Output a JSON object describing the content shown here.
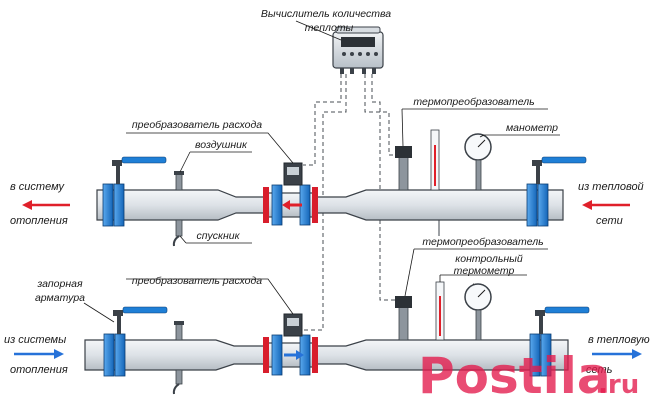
{
  "labels": {
    "heat_calculator": [
      "Вычислитель количества",
      "теплоты"
    ],
    "flow_converter_top": "преобразователь расхода",
    "flow_converter_bottom": "преобразователь расхода",
    "air_vent": "воздушник",
    "drain": "спускник",
    "thermo_converter_top": "термопреобразователь",
    "thermo_converter_bottom": "термопреобразователь",
    "manometer_top": "манометр",
    "manometer_bottom": "термометр",
    "control_thermometer": "контрольный",
    "shutoff_valves": [
      "запорная",
      "арматура"
    ],
    "to_heating_system": [
      "в систему",
      "отопления"
    ],
    "from_heat_network": [
      "из тепловой",
      "сети"
    ],
    "from_heating_system": [
      "из системы",
      "отопления"
    ],
    "to_heat_network": [
      "в тепловую",
      "сеть"
    ]
  },
  "watermark": {
    "text": "Postila",
    "suffix": ".ru",
    "color": "#e41a4c"
  },
  "colors": {
    "pipe_fill": "#dfe3e7",
    "pipe_stroke": "#3b4148",
    "flange": "#1f7fd6",
    "flange_accent": "#d81e2c",
    "arrow_red": "#e0202a",
    "arrow_blue": "#2672d9"
  }
}
